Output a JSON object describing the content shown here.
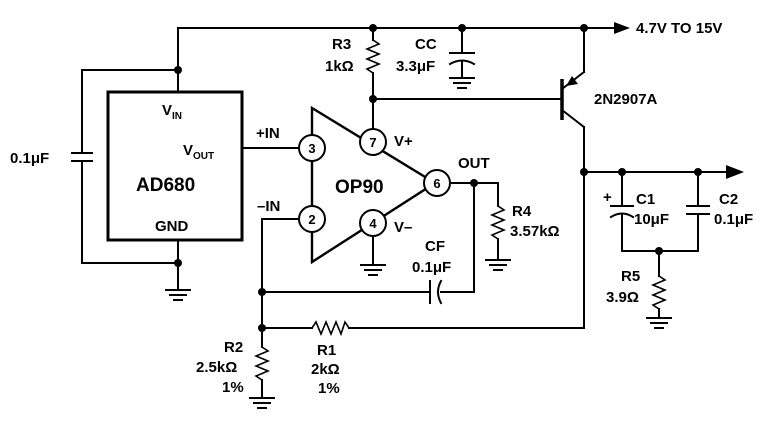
{
  "supply": {
    "label": "4.7V TO 15V"
  },
  "ad680": {
    "name": "AD680",
    "vin": "V",
    "vin_sub": "IN",
    "vout": "V",
    "vout_sub": "OUT",
    "gnd": "GND"
  },
  "c_in": {
    "value": "0.1μF"
  },
  "op90": {
    "name": "OP90",
    "pin3": "3",
    "pin2": "2",
    "pin6": "6",
    "pin7": "7",
    "pin4": "4",
    "plus_in": "+IN",
    "minus_in": "–IN",
    "vplus": "V+",
    "vminus": "V–",
    "out": "OUT"
  },
  "r3": {
    "name": "R3",
    "value": "1kΩ"
  },
  "cc": {
    "name": "CC",
    "value": "3.3μF"
  },
  "transistor": {
    "name": "2N2907A"
  },
  "r4": {
    "name": "R4",
    "value": "3.57kΩ"
  },
  "cf": {
    "name": "CF",
    "value": "0.1μF"
  },
  "r2": {
    "name": "R2",
    "value": "2.5kΩ",
    "tol": "1%"
  },
  "r1": {
    "name": "R1",
    "value": "2kΩ",
    "tol": "1%"
  },
  "c1": {
    "name": "C1",
    "value": "10μF",
    "polarity": "+"
  },
  "c2": {
    "name": "C2",
    "value": "0.1μF"
  },
  "r5": {
    "name": "R5",
    "value": "3.9Ω"
  }
}
